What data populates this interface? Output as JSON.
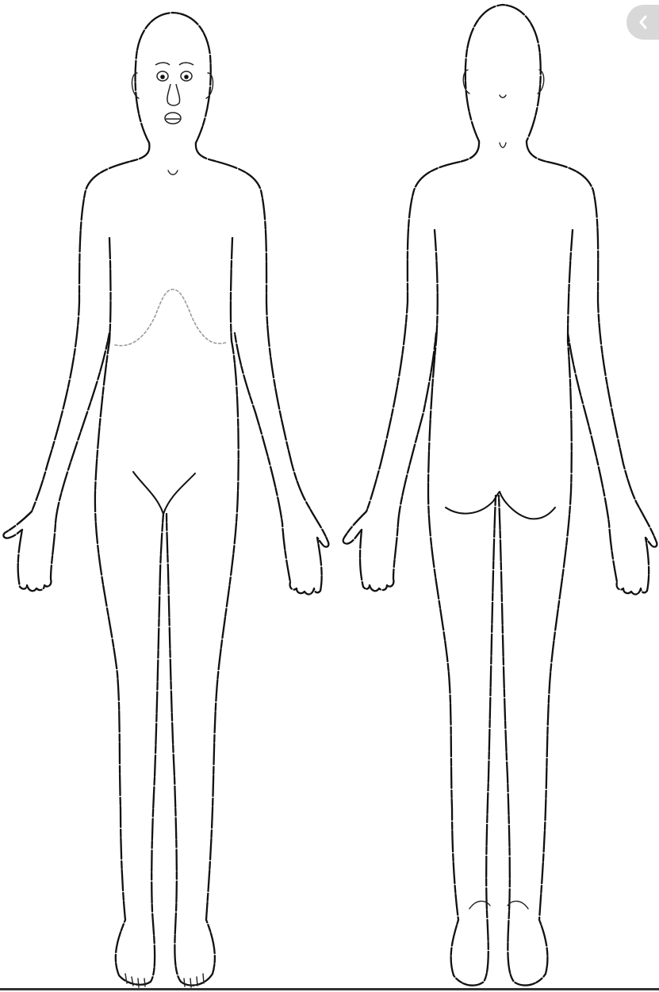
{
  "diagram": {
    "views": [
      {
        "id": "front",
        "name": "front-view"
      },
      {
        "id": "back",
        "name": "back-view"
      }
    ],
    "icons": {
      "nav": "chevron-left-icon"
    },
    "colors": {
      "line": "#111111",
      "background": "#ffffff",
      "nav_button": "#d8d8d8",
      "faint_line": "#9a9a9a"
    }
  }
}
